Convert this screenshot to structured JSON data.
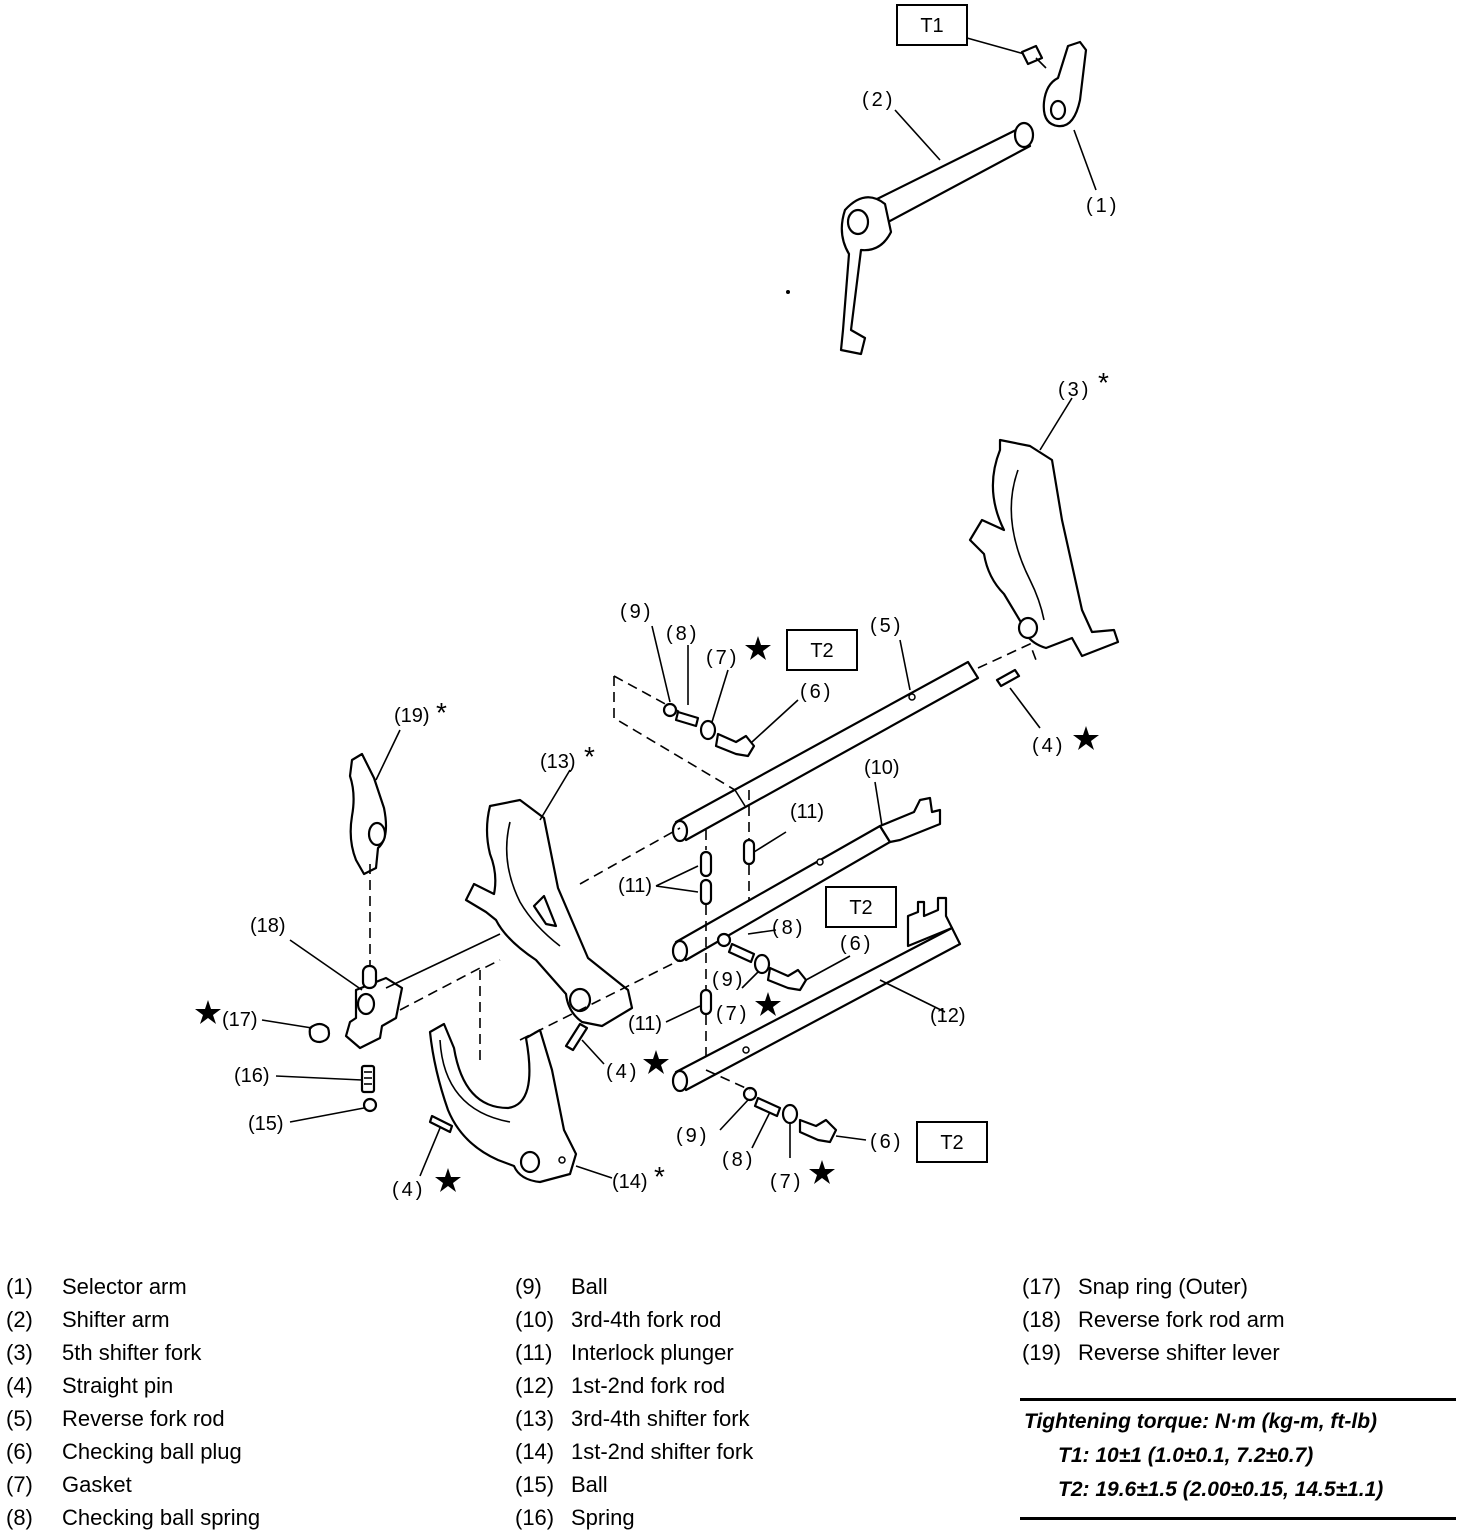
{
  "callouts": {
    "c1": "(1)",
    "c2": "(2)",
    "c3": "(3)",
    "c3_mark": "*",
    "c4a": "(4)",
    "c4b": "(4)",
    "c4c": "(4)",
    "c5": "(5)",
    "c6a": "(6)",
    "c6b": "(6)",
    "c6c": "(6)",
    "c7a": "(7)",
    "c7b": "(7)",
    "c7c": "(7)",
    "c8a": "(8)",
    "c8b": "(8)",
    "c8c": "(8)",
    "c9a": "(9)",
    "c9b": "(9)",
    "c9c": "(9)",
    "c10": "(10)",
    "c11a": "(11)",
    "c11b": "(11)",
    "c11c": "(11)",
    "c12": "(12)",
    "c13": "(13)",
    "c13_mark": "*",
    "c14": "(14)",
    "c14_mark": "*",
    "c15": "(15)",
    "c16": "(16)",
    "c17": "(17)",
    "c18": "(18)",
    "c19": "(19)",
    "c19_mark": "*"
  },
  "torque_boxes": {
    "t1": "T1",
    "t2a": "T2",
    "t2b": "T2",
    "t2c": "T2"
  },
  "legend": {
    "col1": [
      {
        "num": "(1)",
        "name": "Selector arm"
      },
      {
        "num": "(2)",
        "name": "Shifter arm"
      },
      {
        "num": "(3)",
        "name": "5th shifter fork"
      },
      {
        "num": "(4)",
        "name": "Straight pin"
      },
      {
        "num": "(5)",
        "name": "Reverse fork rod"
      },
      {
        "num": "(6)",
        "name": "Checking ball plug"
      },
      {
        "num": "(7)",
        "name": "Gasket"
      },
      {
        "num": "(8)",
        "name": "Checking ball spring"
      }
    ],
    "col2": [
      {
        "num": "(9)",
        "name": "Ball"
      },
      {
        "num": "(10)",
        "name": "3rd-4th fork rod"
      },
      {
        "num": "(11)",
        "name": "Interlock plunger"
      },
      {
        "num": "(12)",
        "name": "1st-2nd fork rod"
      },
      {
        "num": "(13)",
        "name": "3rd-4th shifter fork"
      },
      {
        "num": "(14)",
        "name": "1st-2nd shifter fork"
      },
      {
        "num": "(15)",
        "name": "Ball"
      },
      {
        "num": "(16)",
        "name": "Spring"
      }
    ],
    "col3": [
      {
        "num": "(17)",
        "name": "Snap ring (Outer)"
      },
      {
        "num": "(18)",
        "name": "Reverse fork rod arm"
      },
      {
        "num": "(19)",
        "name": "Reverse shifter lever"
      }
    ]
  },
  "torque": {
    "heading": "Tightening torque: N·m (kg-m, ft-lb)",
    "t1": "T1: 10±1 (1.0±0.1, 7.2±0.7)",
    "t2": "T2: 19.6±1.5 (2.00±0.15, 14.5±1.1)"
  }
}
